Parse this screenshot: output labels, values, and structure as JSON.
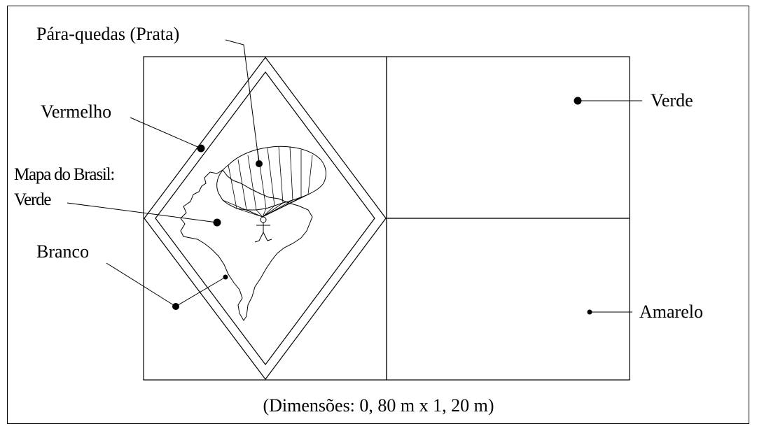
{
  "labels": {
    "paraquedas": "Pára-quedas (Prata)",
    "vermelho": "Vermelho",
    "mapa_line1": "Mapa do Brasil:",
    "mapa_line2": "Verde",
    "branco": "Branco",
    "verde": "Verde",
    "amarelo": "Amarelo"
  },
  "caption": "(Dimensões: 0, 80 m x 1, 20 m)",
  "colors": {
    "line": "#000000",
    "background": "#ffffff"
  }
}
